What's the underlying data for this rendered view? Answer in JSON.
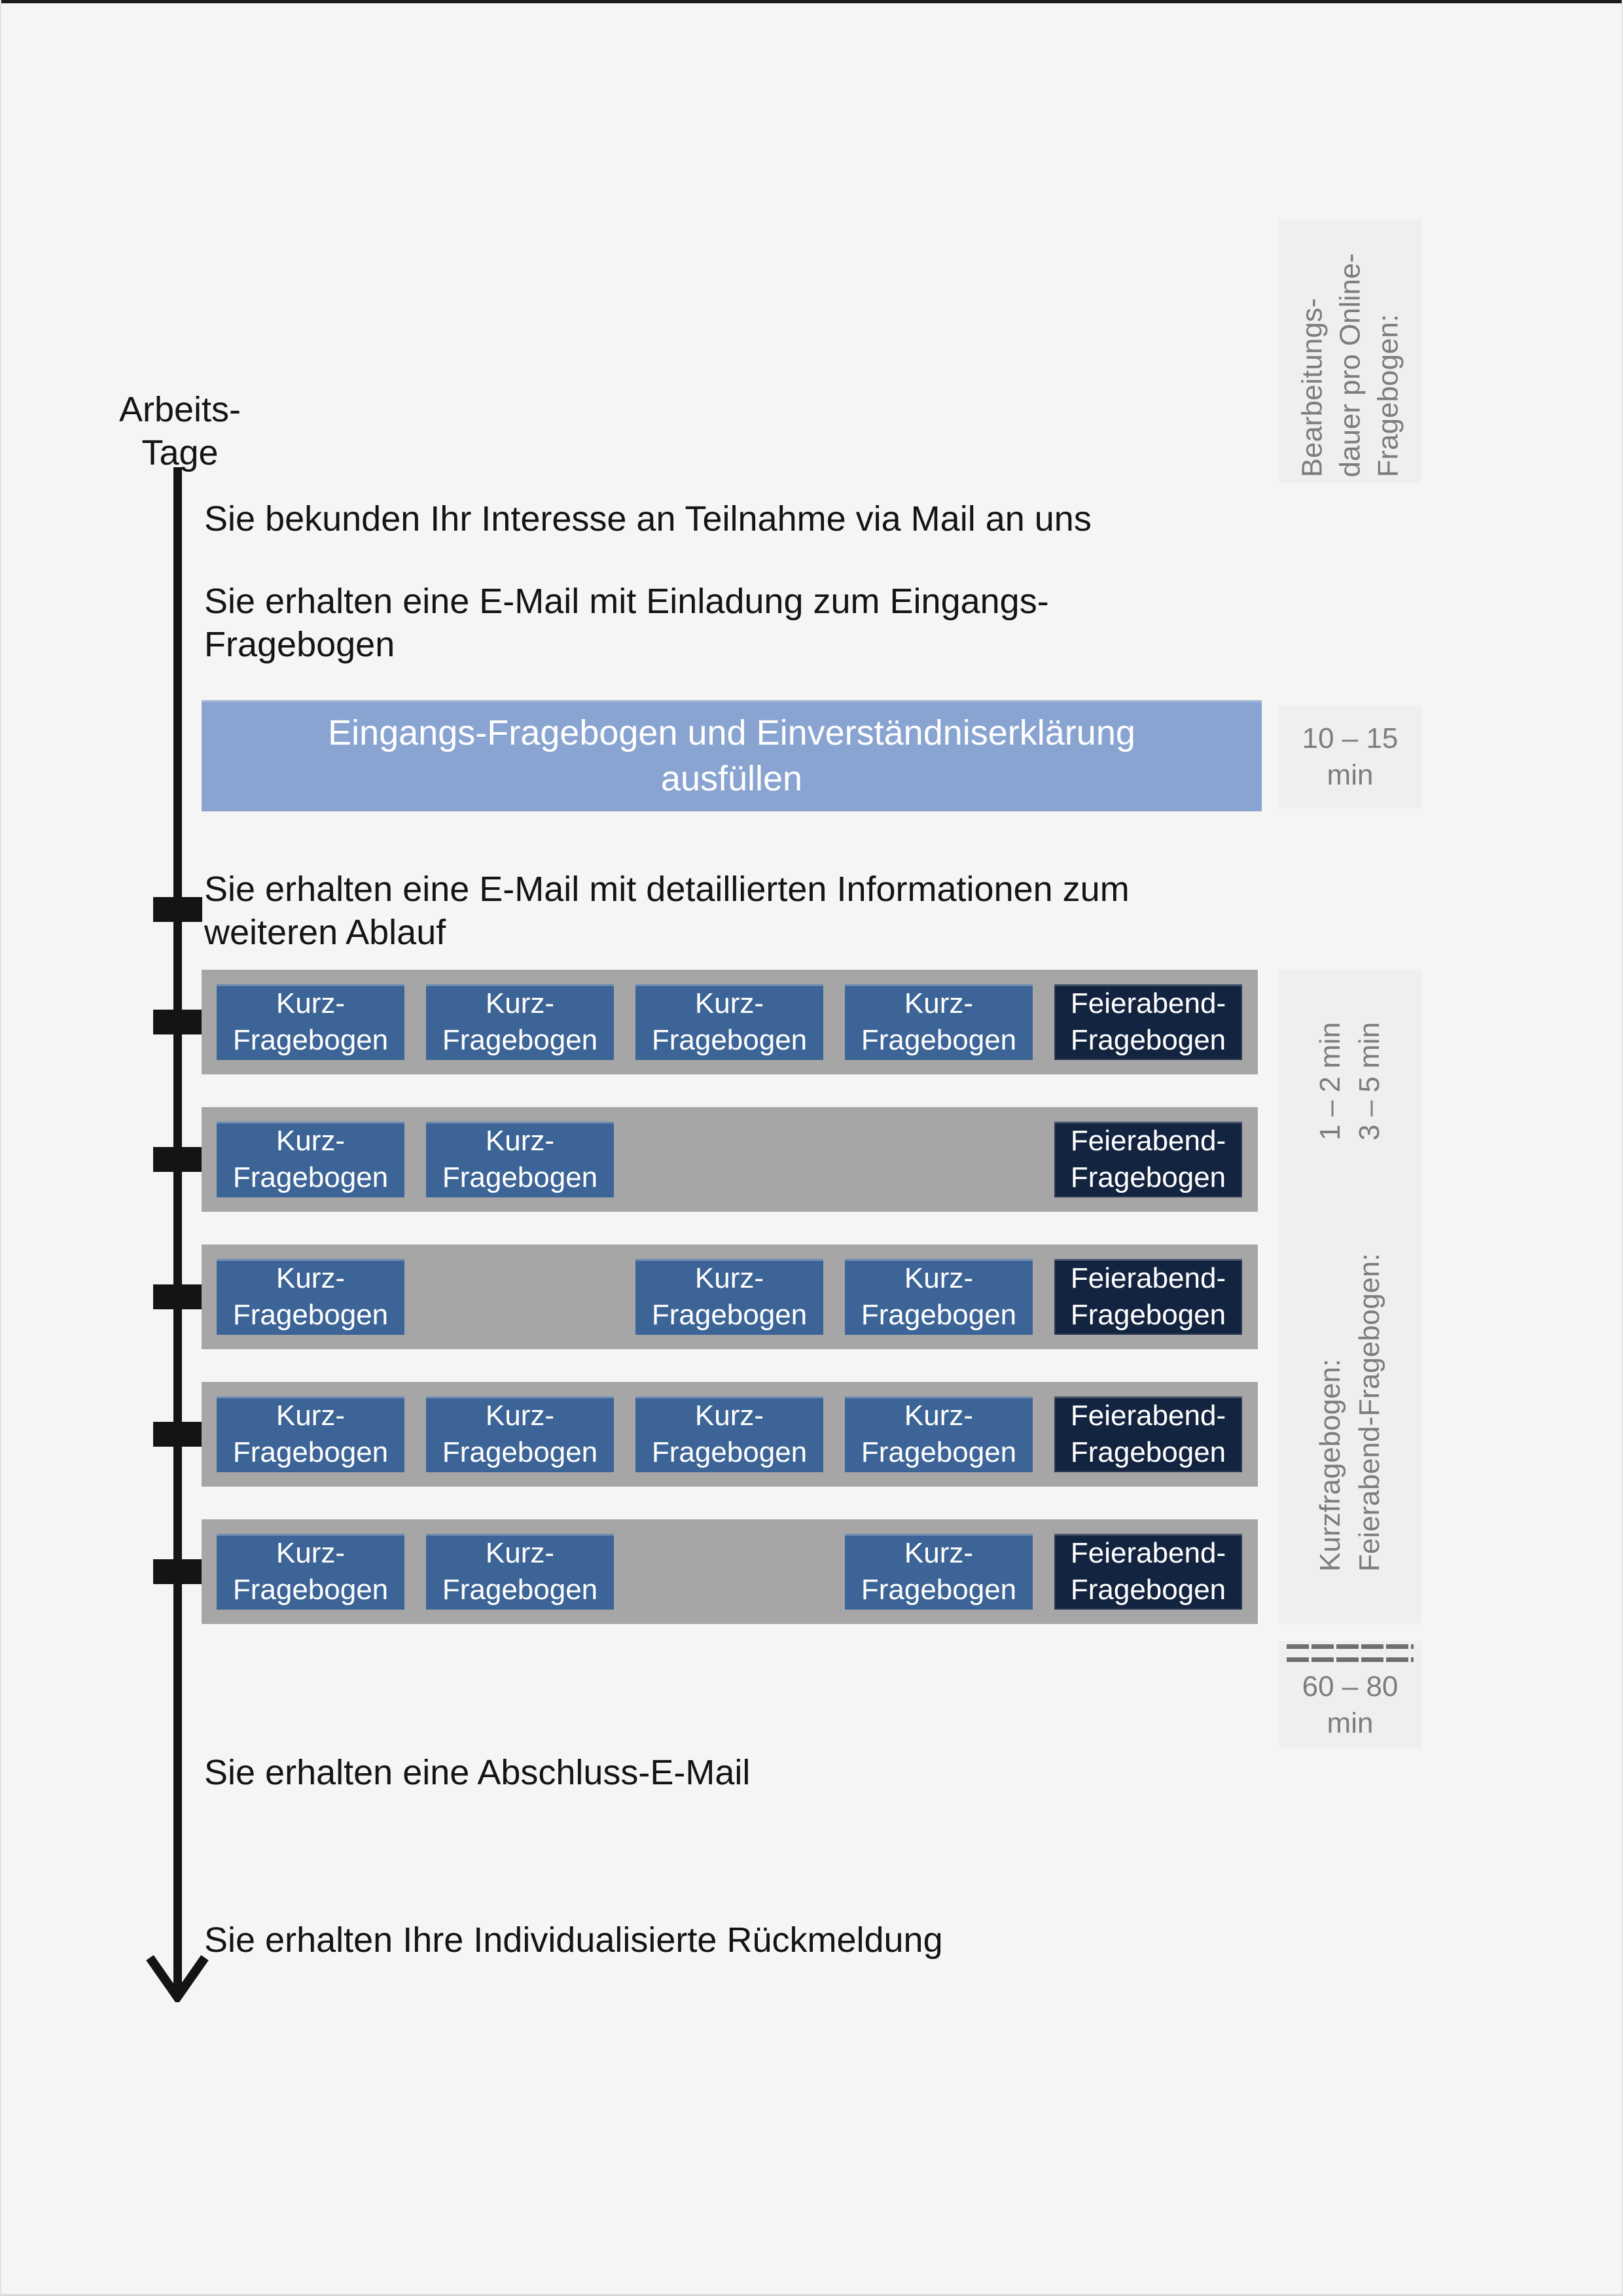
{
  "axis": {
    "title": "Arbeits-\nTage"
  },
  "steps": {
    "interest": "Sie bekunden Ihr Interesse an Teilnahme via Mail an uns",
    "invitation": "Sie erhalten eine E-Mail mit Einladung zum Eingangs-\nFragebogen",
    "details": "Sie erhalten eine E-Mail mit detaillierten Informationen zum\nweiteren Ablauf",
    "final_email": "Sie erhalten eine Abschluss-E-Mail",
    "feedback": "Sie erhalten Ihre Individualisierte Rückmeldung"
  },
  "entry_box": {
    "text": "Eingangs-Fragebogen und Einverständniserklärung\nausfüllen"
  },
  "side": {
    "header": "Bearbeitungs-\ndauer pro Online-\nFragebogen:",
    "entry_duration": {
      "value": "10 – 15",
      "unit": "min"
    },
    "daily": [
      {
        "label": "Kurzfragebogen:",
        "value": "1 – 2 min"
      },
      {
        "label": "Feierabend-Fragebogen:",
        "value": "3 – 5 min"
      }
    ],
    "total": {
      "value": "60 – 80",
      "unit": "min"
    }
  },
  "box_labels": {
    "kurz": "Kurz-\nFragebogen",
    "feierabend": "Feierabend-\nFragebogen"
  },
  "rows": [
    [
      "kurz",
      "kurz",
      "kurz",
      "kurz",
      "feierabend"
    ],
    [
      "kurz",
      "kurz",
      "empty",
      "empty",
      "feierabend"
    ],
    [
      "kurz",
      "empty",
      "kurz",
      "kurz",
      "feierabend"
    ],
    [
      "kurz",
      "kurz",
      "kurz",
      "kurz",
      "feierabend"
    ],
    [
      "kurz",
      "kurz",
      "empty",
      "kurz",
      "feierabend"
    ]
  ],
  "colors": {
    "background": "#f5f5f3",
    "text": "#141414",
    "timeline": "#141414",
    "row_bg": "#a6a6a6",
    "kurz_box": "#3c6496",
    "feierabend_box": "#132440",
    "entry_box": "#8aa4d2",
    "panel_bg": "#efefef",
    "panel_text": "#7d7d7d",
    "box_text": "#ffffff"
  }
}
